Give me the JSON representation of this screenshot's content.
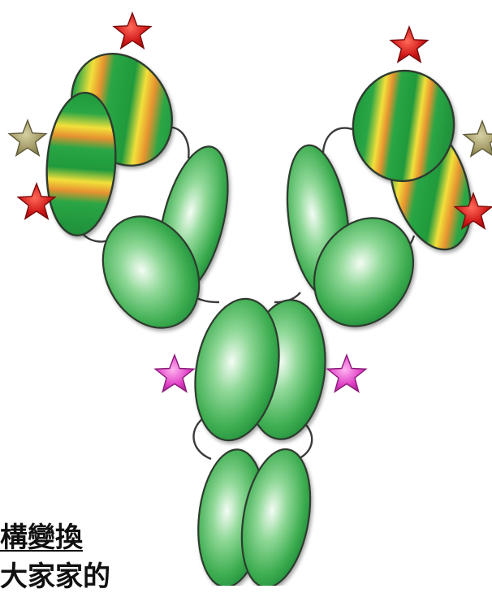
{
  "diagram": {
    "colors": {
      "domain_fill_light": "#f2fbf2",
      "domain_fill_mid": "#5fc36a",
      "domain_fill_dark": "#1f8f3a",
      "domain_stroke": "#2d3b2f",
      "band_yellow": "#f3e23a",
      "band_orange": "#e9962f",
      "linker": "#3c3c3c",
      "star_red": "#d01818",
      "star_tan": "#a29a66",
      "star_magenta": "#e040c6"
    },
    "stars": [
      {
        "id": "star-top-left",
        "color": "star_red"
      },
      {
        "id": "star-left-tan",
        "color": "star_tan"
      },
      {
        "id": "star-left-red",
        "color": "star_red"
      },
      {
        "id": "star-top-right",
        "color": "star_red"
      },
      {
        "id": "star-right-tan",
        "color": "star_tan"
      },
      {
        "id": "star-right-red",
        "color": "star_red"
      },
      {
        "id": "star-hinge-left",
        "color": "star_magenta"
      },
      {
        "id": "star-hinge-right",
        "color": "star_magenta"
      }
    ]
  },
  "caption": {
    "line1": "構變換",
    "line2": "大家家的"
  }
}
